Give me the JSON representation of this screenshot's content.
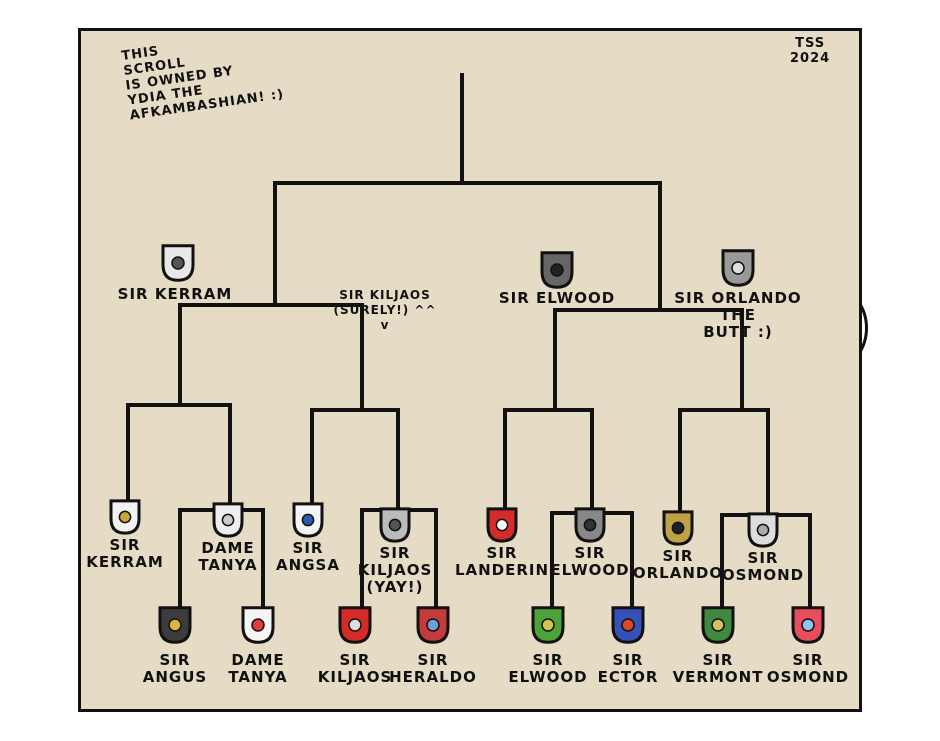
{
  "owner_note": "THIS\nSCROLL\nIS OWNED BY\nYDIA THE\nAFKAMBASHIAN! :)",
  "signature": "TSS\n2024",
  "round1": [
    {
      "label": "SIR KERRAM",
      "colors": [
        "#e8e8e8",
        "#555"
      ]
    },
    {
      "label": "SIR KILJAOS\n(SURELY!) ^^\n      v",
      "colors": []
    },
    {
      "label": "SIR ELWOOD",
      "colors": [
        "#666",
        "#222"
      ]
    },
    {
      "label": "SIR ORLANDO\nTHE\nBUTT :)",
      "colors": [
        "#999",
        "#ddd"
      ]
    }
  ],
  "round2": [
    {
      "label": "SIR\nKERRAM",
      "colors": [
        "#f2f2f2",
        "#c9a83a"
      ]
    },
    {
      "label": "DAME\nTANYA",
      "colors": [
        "#eee",
        "#ccc"
      ]
    },
    {
      "label": "SIR\nANGSA",
      "colors": [
        "#f5f5f5",
        "#2a5ab5"
      ]
    },
    {
      "label": "SIR\nKILJAOS\n(YAY!)",
      "colors": [
        "#bbb",
        "#555"
      ]
    },
    {
      "label": "SIR\nLANDERIN",
      "colors": [
        "#d42b2b",
        "#fff"
      ]
    },
    {
      "label": "SIR\nELWOOD",
      "colors": [
        "#888",
        "#333"
      ]
    },
    {
      "label": "SIR\nORLANDO",
      "colors": [
        "#bfa245",
        "#222"
      ]
    },
    {
      "label": "SIR\nOSMOND",
      "colors": [
        "#ddd",
        "#aaa"
      ]
    }
  ],
  "round3": [
    {
      "label": "SIR\nANGUS",
      "colors": [
        "#3c3c3c",
        "#d9b53a"
      ]
    },
    {
      "label": "DAME\nTANYA",
      "colors": [
        "#f5f5f5",
        "#e23c3c"
      ]
    },
    {
      "label": "SIR\nKILJAOS",
      "colors": [
        "#d62a2a",
        "#ddd"
      ]
    },
    {
      "label": "SIR\nHERALDO",
      "colors": [
        "#c43b3b",
        "#6f9fd8"
      ]
    },
    {
      "label": "SIR\nELWOOD",
      "colors": [
        "#4ca33a",
        "#d4c24a"
      ]
    },
    {
      "label": "SIR\nECTOR",
      "colors": [
        "#3551b8",
        "#e0472a"
      ]
    },
    {
      "label": "SIR\nVERMONT",
      "colors": [
        "#3f8a3f",
        "#d5c060"
      ]
    },
    {
      "label": "SIR\nOSMOND",
      "colors": [
        "#e84d5c",
        "#8ec5f5"
      ]
    }
  ]
}
